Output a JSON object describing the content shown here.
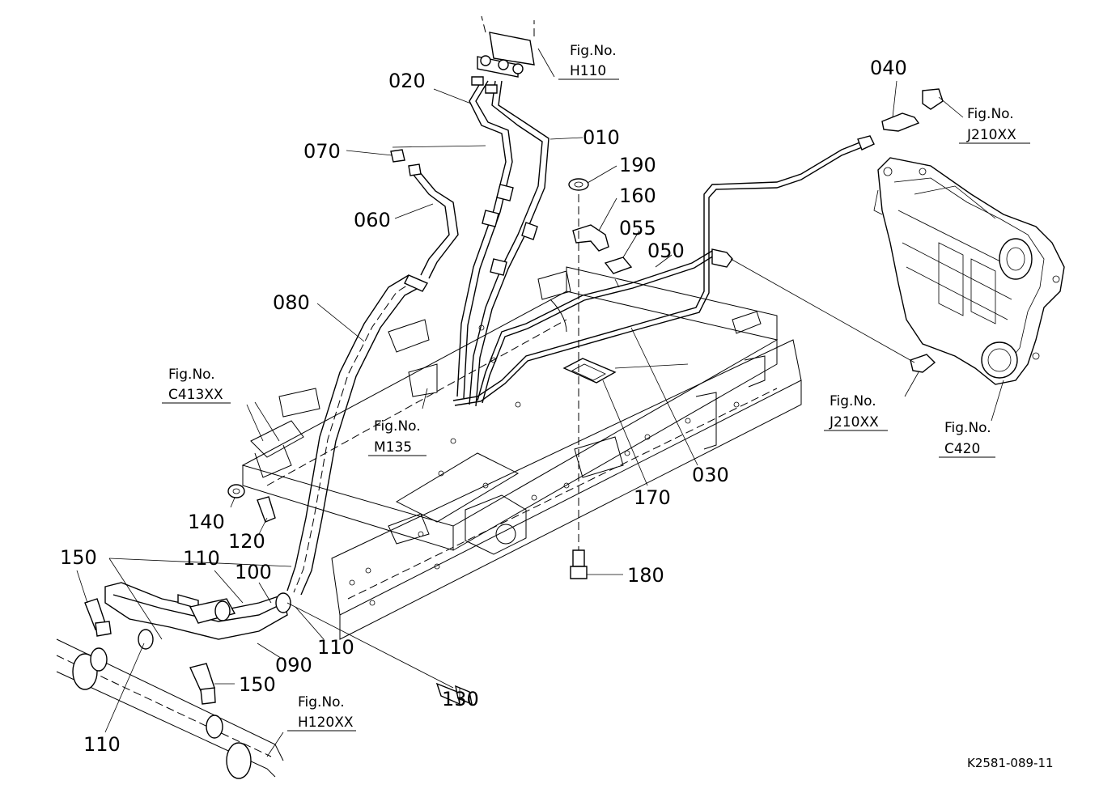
{
  "part_labels": {
    "p010": "010",
    "p020": "020",
    "p030": "030",
    "p040": "040",
    "p050": "050",
    "p055": "055",
    "p060": "060",
    "p070": "070",
    "p080": "080",
    "p090": "090",
    "p100": "100",
    "p110a": "110",
    "p110b": "110",
    "p110c": "110",
    "p120": "120",
    "p130": "130",
    "p140": "140",
    "p150a": "150",
    "p150b": "150",
    "p160": "160",
    "p170": "170",
    "p180": "180",
    "p190": "190"
  },
  "figure_refs": {
    "h110": {
      "title": "Fig.No.",
      "code": "H110"
    },
    "j210_top": {
      "title": "Fig.No.",
      "code": "J210XX"
    },
    "c413": {
      "title": "Fig.No.",
      "code": "C413XX"
    },
    "m135": {
      "title": "Fig.No.",
      "code": "M135"
    },
    "j210_mid": {
      "title": "Fig.No.",
      "code": "J210XX"
    },
    "c420": {
      "title": "Fig.No.",
      "code": "C420"
    },
    "h120": {
      "title": "Fig.No.",
      "code": "H120XX"
    }
  },
  "drawing_code": "K2581-089-11"
}
